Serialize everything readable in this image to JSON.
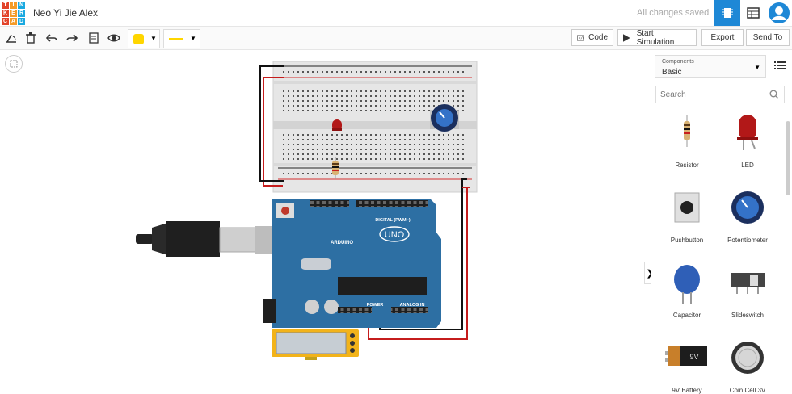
{
  "topbar": {
    "logo_letters": [
      "T",
      "I",
      "N",
      "K",
      "E",
      "R",
      "C",
      "A",
      "D"
    ],
    "logo_colors": [
      "#e2432a",
      "#f59b28",
      "#1aa9e0",
      "#e2432a",
      "#f59b28",
      "#1aa9e0",
      "#e2432a",
      "#f59b28",
      "#1aa9e0"
    ],
    "project_title": "Neo Yi Jie Alex",
    "save_status": "All changes saved",
    "accent": "#1e88d6"
  },
  "toolbar": {
    "color_swatch": "#ffd600",
    "code_label": "Code",
    "simulate_label": "Start Simulation",
    "export_label": "Export",
    "send_label": "Send To"
  },
  "panel": {
    "components_label": "Components",
    "components_value": "Basic",
    "search_placeholder": "Search",
    "items": [
      {
        "label": "Resistor",
        "icon": "resistor-icon"
      },
      {
        "label": "LED",
        "icon": "led-icon"
      },
      {
        "label": "Pushbutton",
        "icon": "pushbutton-icon"
      },
      {
        "label": "Potentiometer",
        "icon": "potentiometer-icon"
      },
      {
        "label": "Capacitor",
        "icon": "capacitor-icon"
      },
      {
        "label": "Slideswitch",
        "icon": "slideswitch-icon"
      },
      {
        "label": "9V Battery",
        "icon": "battery-icon"
      },
      {
        "label": "Coin Cell 3V",
        "icon": "coin-cell-icon"
      }
    ]
  },
  "board": {
    "brand": "ARDUINO",
    "model": "UNO",
    "digital_label": "DIGITAL (PWM~)",
    "power_label": "POWER",
    "analog_label": "ANALOG IN",
    "battery_text": "9V"
  }
}
